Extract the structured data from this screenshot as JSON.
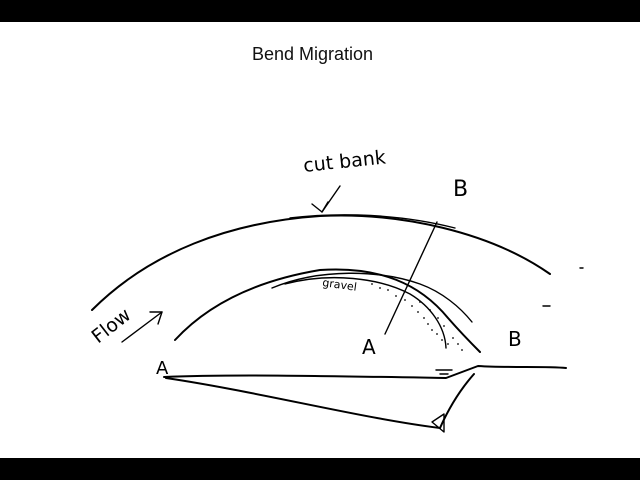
{
  "title": "Bend Migration",
  "labels": {
    "cut_bank": "cut bank",
    "gravel": "gravel",
    "flow": "Flow",
    "section_start": "A",
    "section_end": "B",
    "cross_section_start": "A",
    "cross_section_end": "B"
  },
  "colors": {
    "ink": "#000000",
    "background": "#ffffff",
    "letterbox": "#000000"
  }
}
